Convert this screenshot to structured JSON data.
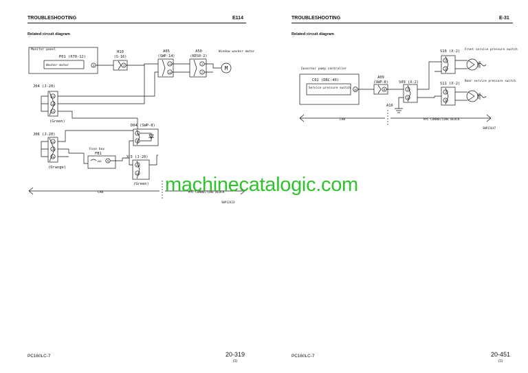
{
  "left_page": {
    "header": {
      "title": "TROUBLESHOOTING",
      "code": "E114"
    },
    "section_title": "Related circuit diagram",
    "diagram": {
      "monitor_panel": "Monitor panel",
      "p01": "P01 (070-12)",
      "washer_motor": "Washer motor",
      "h10": "H10",
      "h10_type": "(S-16)",
      "a05": "A05",
      "a05_type": "(SWP-14)",
      "a50": "A50",
      "a50_type": "(KES0-2)",
      "window_washer_motor": "Window washer motor",
      "motor_symbol": "M",
      "j04": "J04 (J-20)",
      "j04_color": "(Green)",
      "j06": "J06 (J-20)",
      "j06_color": "(Orange)",
      "d04": "D04 (SWP-8)",
      "fuse_box": "Fuse box",
      "fb1": "FB1",
      "fuse_rating": "10A",
      "j03": "J03 (J-20)",
      "j03_color": "(Green)",
      "cab": "CAB",
      "ppc_block": "PPC CONNECTING BLOCK",
      "drawing_id": "SWP12423",
      "pins": {
        "p01": "3",
        "h10": "3",
        "a05_a": "13",
        "a05_b": "14",
        "a50_a": "1",
        "a50_b": "2",
        "j04_a": "13",
        "j04_b": "14",
        "j04_c": "15",
        "j06_a": "14",
        "j06_b": "15",
        "j06_c": "16",
        "d04_a": "4",
        "d04_b": "8",
        "fb1": "4",
        "j03_a": "13",
        "j03_b": "14"
      }
    },
    "footer": {
      "model": "PC160LC-7",
      "page": "20-319",
      "revision": "(1)"
    }
  },
  "right_page": {
    "header": {
      "title": "TROUBLESHOOTING",
      "code": "E-31"
    },
    "section_title": "Related circuit diagram",
    "diagram": {
      "governor_controller": "Governor pump controller",
      "c02": "C02 (DRC-40)",
      "service_switch": "Service pressure switch",
      "a09": "A09",
      "a09_type": "(SWP-8)",
      "s09": "S09 (X-2)",
      "s10": "S10 (X-2)",
      "s11": "S11 (X-2)",
      "front_switch": "Front service pressure switch",
      "rear_switch": "Rear service pressure switch",
      "a16": "A16",
      "cab": "CAB",
      "ppc_block": "PPC CONNECTING BLOCK",
      "drawing_id": "SWP15447",
      "pins": {
        "c02": "36",
        "a09": "8",
        "s09_a": "1",
        "s09_b": "2",
        "s10_a": "1",
        "s10_b": "2",
        "s11_a": "1",
        "s11_b": "2"
      }
    },
    "footer": {
      "model": "PC160LC-7",
      "page": "20-451",
      "revision": "(1)"
    }
  },
  "watermark": "machinecatalogic.com",
  "colors": {
    "ink": "#111111",
    "watermark": "#2ec22b"
  }
}
